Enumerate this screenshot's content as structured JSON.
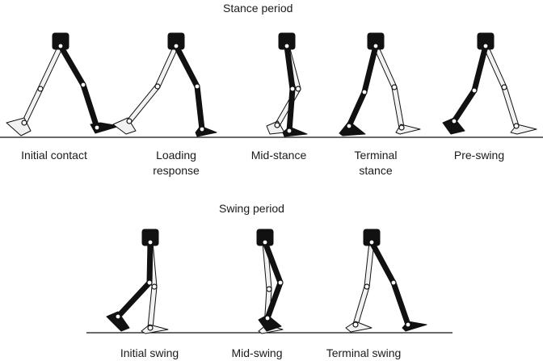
{
  "stance": {
    "title": "Stance period",
    "phases": [
      {
        "lines": [
          "Initial contact"
        ]
      },
      {
        "lines": [
          "Loading",
          "response"
        ]
      },
      {
        "lines": [
          "Mid-stance"
        ]
      },
      {
        "lines": [
          "Terminal",
          "stance"
        ]
      },
      {
        "lines": [
          "Pre-swing"
        ]
      }
    ]
  },
  "swing": {
    "title": "Swing period",
    "phases": [
      {
        "lines": [
          "Initial swing"
        ]
      },
      {
        "lines": [
          "Mid-swing"
        ]
      },
      {
        "lines": [
          "Terminal swing"
        ]
      }
    ]
  },
  "colors": {
    "stance_leg": "#111111",
    "swing_leg": "#f2f2f2",
    "outline": "#111111",
    "ground": "#111111"
  }
}
